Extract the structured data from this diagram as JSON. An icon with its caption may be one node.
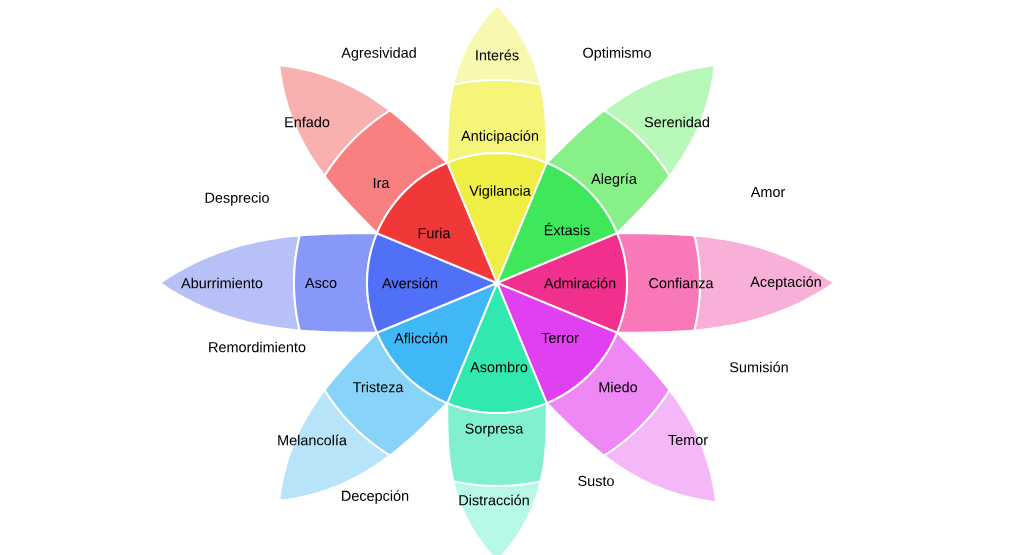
{
  "diagram": {
    "nodes": [
      {
        "text": [
          "Interés"
        ]
      },
      {
        "text": [
          "Anticipación"
        ]
      },
      {
        "text": [
          "Vigilancia"
        ]
      },
      {
        "text": [
          "Serenidad"
        ]
      },
      {
        "text": [
          "Alegría"
        ]
      },
      {
        "text": [
          "Éxtasis"
        ]
      },
      {
        "text": [
          "Aceptación"
        ]
      },
      {
        "text": [
          "Confianza"
        ]
      },
      {
        "text": [
          "Admiración"
        ]
      },
      {
        "text": [
          "Temor"
        ]
      },
      {
        "text": [
          "Miedo"
        ]
      },
      {
        "text": [
          "Terror"
        ]
      },
      {
        "text": [
          "Distracción"
        ]
      },
      {
        "text": [
          "Sorpresa"
        ]
      },
      {
        "text": [
          "Asombro"
        ]
      },
      {
        "text": [
          "Melancolía"
        ]
      },
      {
        "text": [
          "Tristeza"
        ]
      },
      {
        "text": [
          "Aflicción"
        ]
      },
      {
        "text": [
          "Aburrimiento"
        ]
      },
      {
        "text": [
          "Asco"
        ]
      },
      {
        "text": [
          "Aversión"
        ]
      },
      {
        "text": [
          "Enfado"
        ]
      },
      {
        "text": [
          "Ira"
        ]
      },
      {
        "text": [
          "Furia"
        ]
      }
    ],
    "labels": [
      "Agresividad",
      "Optimismo",
      "Desprecio",
      "Amor",
      "Remordimiento",
      "Sumisión",
      "Decepción",
      "Susto"
    ]
  }
}
